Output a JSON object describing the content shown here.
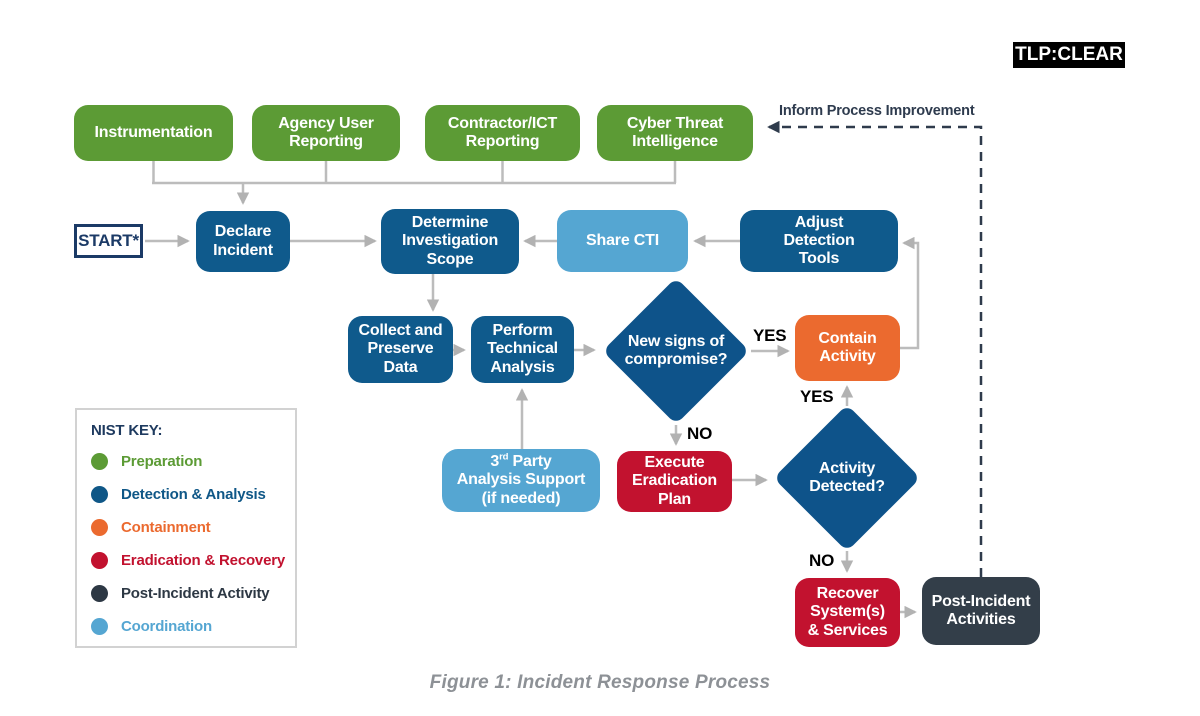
{
  "tlp_badge": "TLP:CLEAR",
  "caption": "Figure 1: Incident Response Process",
  "inform_process_label": "Inform Process Improvement",
  "start_label": "START*",
  "nodes": {
    "instrumentation": "Instrumentation",
    "agency_user_reporting": "Agency User\nReporting",
    "contractor_ict_reporting": "Contractor/ICT\nReporting",
    "cyber_threat_intelligence": "Cyber Threat\nIntelligence",
    "declare_incident": "Declare\nIncident",
    "determine_investigation_scope": "Determine\nInvestigation\nScope",
    "share_cti": "Share CTI",
    "adjust_detection_tools": "Adjust\nDetection\nTools",
    "collect_preserve_data": "Collect and\nPreserve\nData",
    "perform_technical_analysis": "Perform\nTechnical\nAnalysis",
    "new_signs_of_compromise": "New signs of\ncompromise?",
    "contain_activity": "Contain\nActivity",
    "third_party_analysis_support": {
      "num": "3",
      "sup": "rd",
      "rest": " Party",
      "line2": "Analysis Support",
      "line3": "(if needed)"
    },
    "execute_eradication_plan": "Execute\nEradication\nPlan",
    "activity_detected": "Activity\nDetected?",
    "recover_systems_services": "Recover\nSystem(s)\n& Services",
    "post_incident_activities": "Post-Incident\nActivities"
  },
  "decision_labels": {
    "yes_contain": "YES",
    "no_eradicate": "NO",
    "yes_detected": "YES",
    "no_recover": "NO"
  },
  "legend": {
    "title": "NIST KEY:",
    "items": [
      {
        "label": "Preparation",
        "color": "#5c9b35"
      },
      {
        "label": "Detection & Analysis",
        "color": "#0f5787"
      },
      {
        "label": "Containment",
        "color": "#eb6a2f"
      },
      {
        "label": "Eradication & Recovery",
        "color": "#c2122f"
      },
      {
        "label": "Post-Incident Activity",
        "color": "#2d3844"
      },
      {
        "label": "Coordination",
        "color": "#55a6d2"
      }
    ]
  },
  "colors": {
    "preparation_green": "#5c9b35",
    "detection_blue": "#0f5a8c",
    "containment_orange": "#eb6a2f",
    "eradication_red": "#c2122f",
    "post_incident_charcoal": "#333e49",
    "coordination_light_blue": "#55a6d2",
    "connector_gray": "#bcbcbc",
    "dashed_feedback": "#2f3b4c",
    "tlp_background": "#000000"
  }
}
